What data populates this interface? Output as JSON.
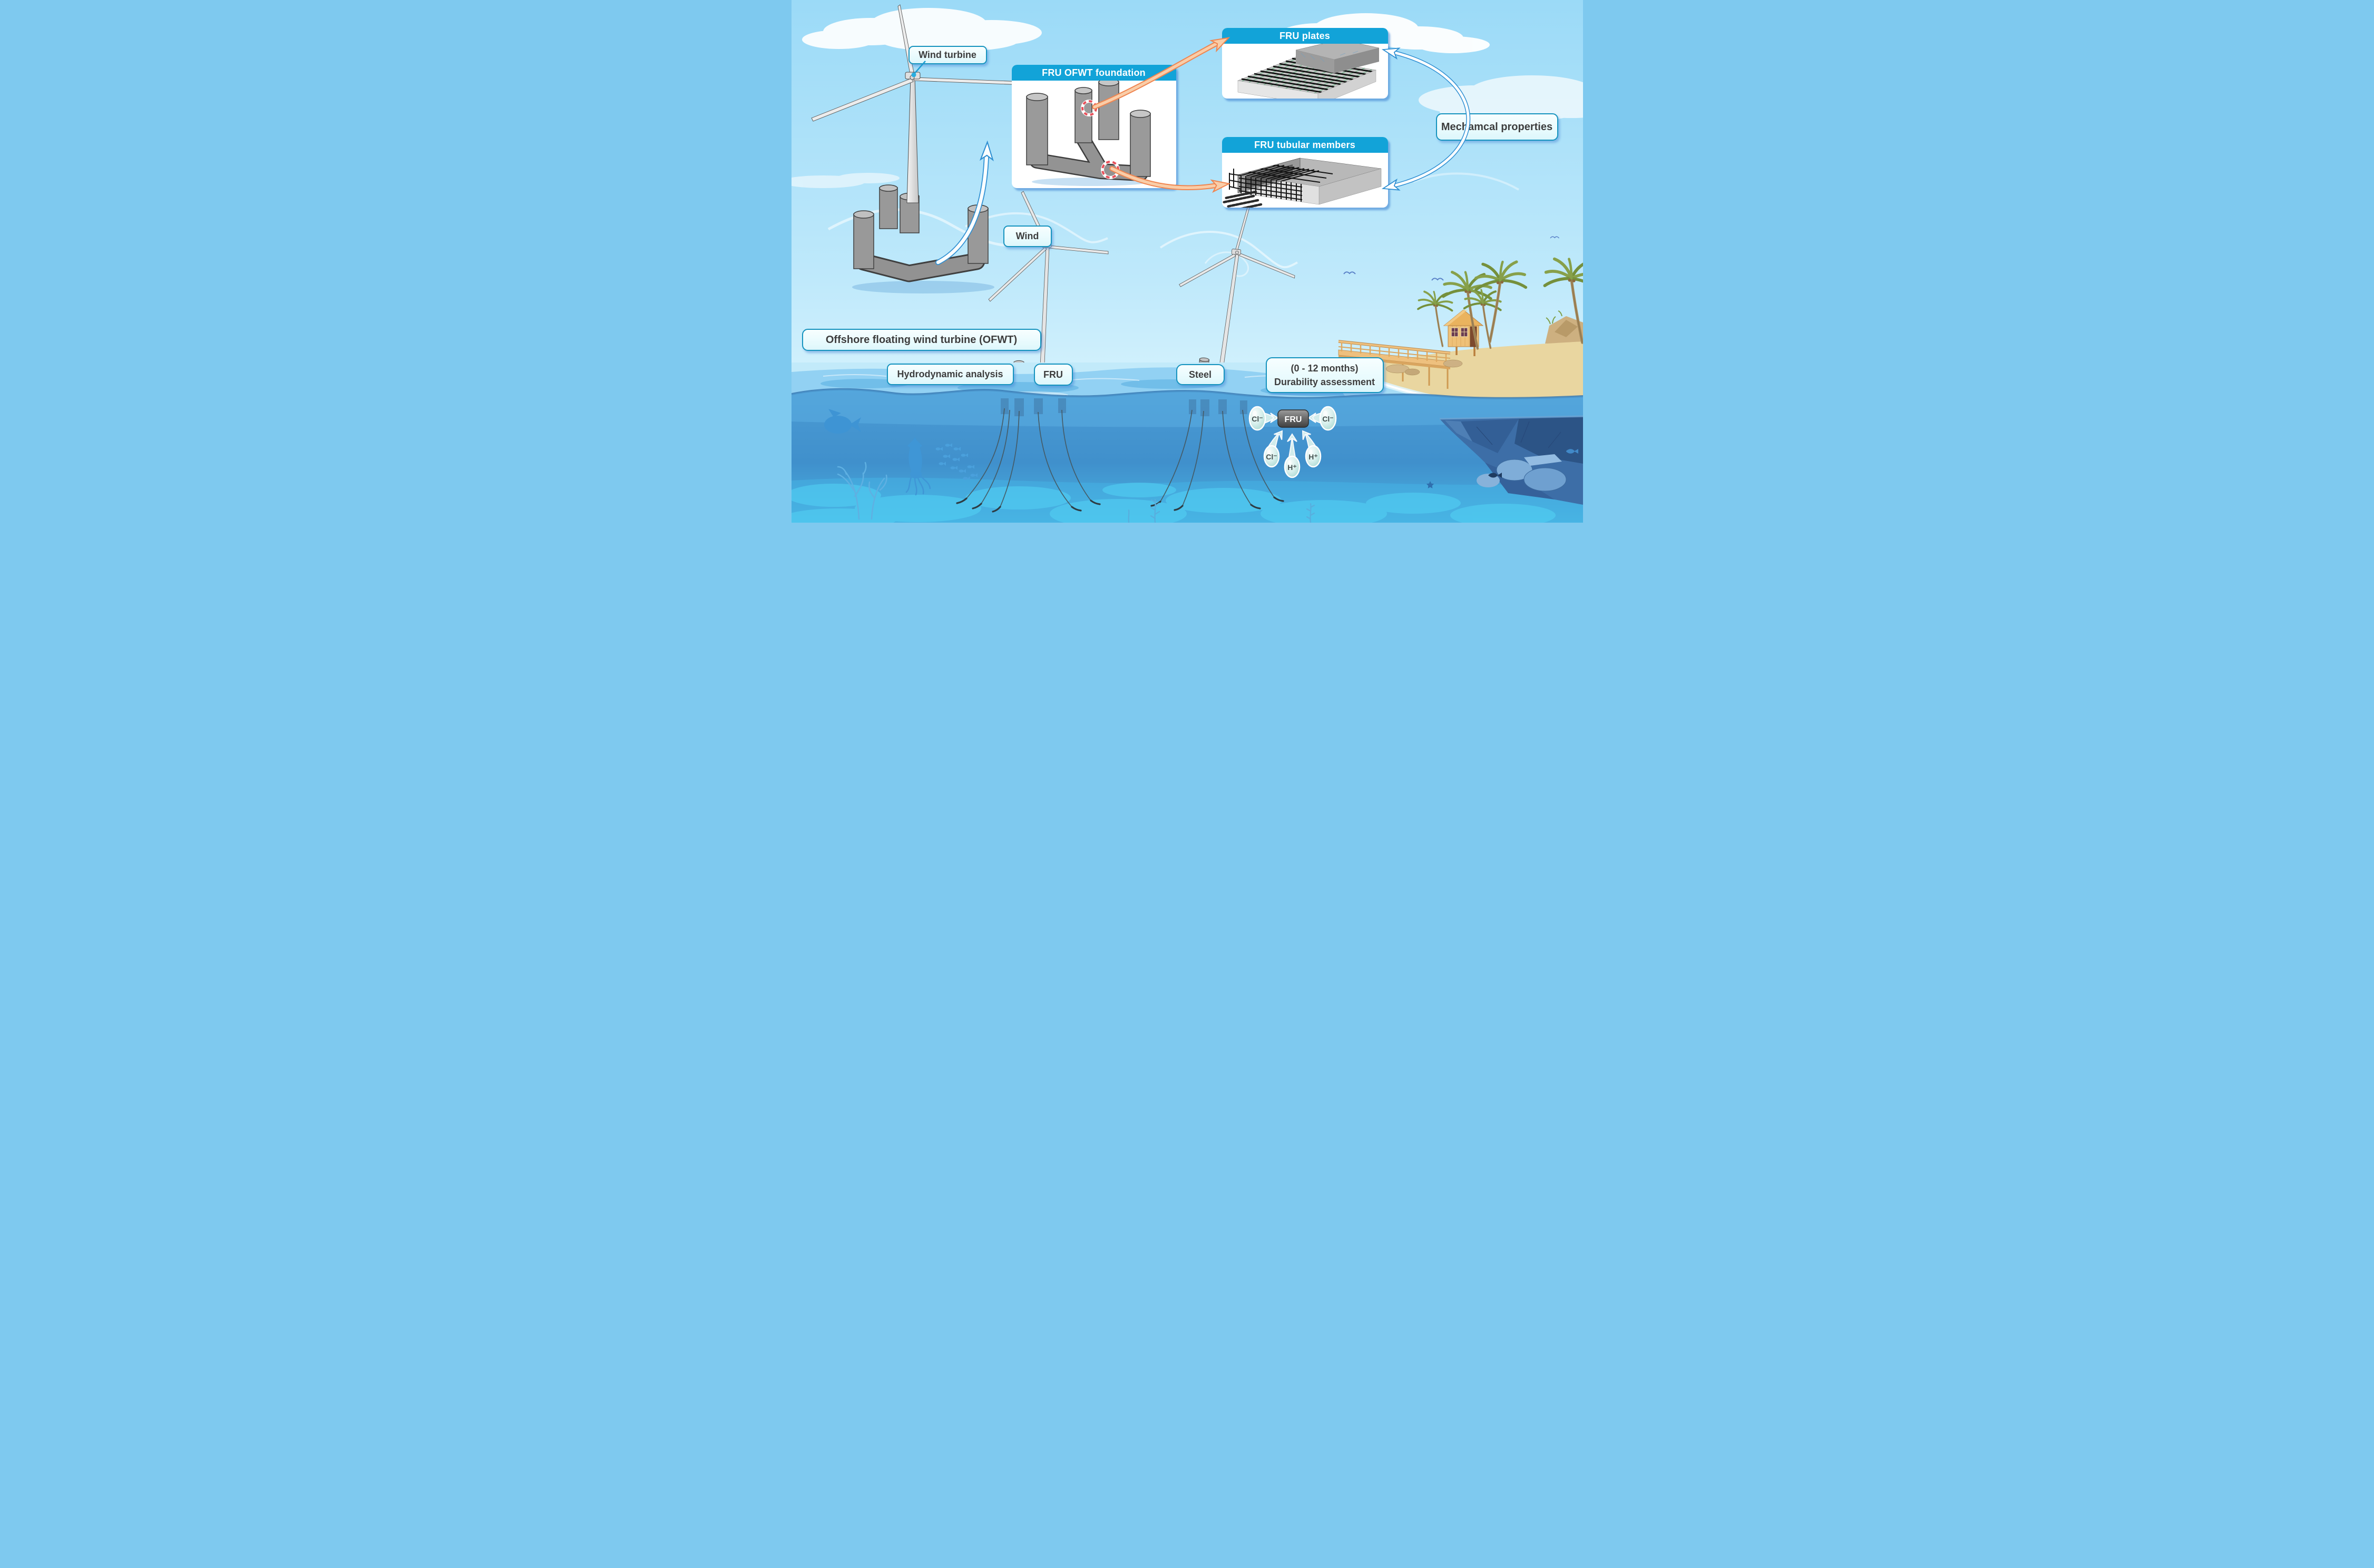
{
  "labels": {
    "wind_turbine": "Wind turbine",
    "offshore": "Offshore floating wind turbine (OFWT)",
    "wind": "Wind",
    "hydrodynamic": "Hydrodynamic analysis",
    "fru": "FRU",
    "steel": "Steel",
    "durability_line1": "(0 - 12 months)",
    "durability_line2": "Durability assessment",
    "mechanical": "Mechamcal properties"
  },
  "boxes": {
    "foundation": {
      "title": "FRU OFWT foundation"
    },
    "plates": {
      "title": "FRU plates"
    },
    "tubular": {
      "title": "FRU tubular members"
    }
  },
  "ions": {
    "target": "FRU",
    "chloride": "Cl⁻",
    "hydrogen": "H⁺"
  },
  "colors": {
    "header_cyan": "#12a3d8",
    "label_border_teal": "#1593be",
    "label_text": "#3d3d3d",
    "arrow_orange": "#ef8550",
    "arrow_blue_outline": "#2f8fd2",
    "dashed_circle_red": "#e8505a",
    "fru_block_gray": "#555555",
    "ion_bubble_teal": "#cdeae6",
    "sky_blue": "#a9e0f8",
    "sea_blue": "#4496d2",
    "sand": "#e9d6a0"
  }
}
